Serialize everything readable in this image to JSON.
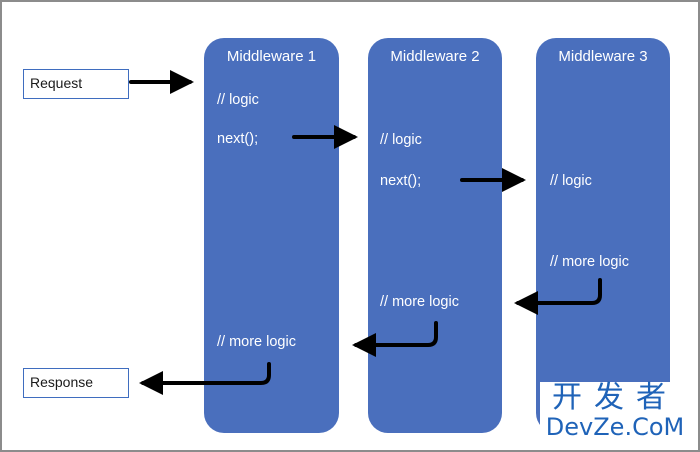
{
  "request_label": "Request",
  "response_label": "Response",
  "middlewares": [
    {
      "title": "Middleware 1",
      "lines": [
        "// logic",
        "next();",
        "// more logic"
      ]
    },
    {
      "title": "Middleware 2",
      "lines": [
        "// logic",
        "next();",
        "// more logic"
      ]
    },
    {
      "title": "Middleware 3",
      "lines": [
        "// logic",
        "// more logic"
      ]
    }
  ],
  "watermark": {
    "top": "开发者",
    "bottom": "DevZe.CoM"
  },
  "colors": {
    "middleware_fill": "#4a6fbd",
    "box_border": "#3f6dbf",
    "arrow": "#000000",
    "watermark": "#1f63b8"
  }
}
